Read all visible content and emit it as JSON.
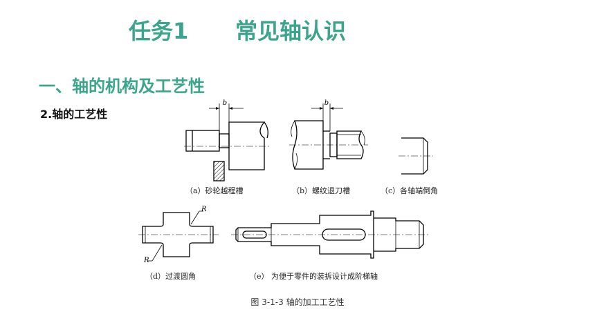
{
  "title": {
    "number": "任务1",
    "text": "常见轴认识"
  },
  "section_heading": "一、轴的机构及工艺性",
  "subsection_heading": "2.轴的工艺性",
  "figure": {
    "label_b": "b",
    "label_R": "R",
    "captions": {
      "a": "（a）砂轮越程槽",
      "b": "（b）螺纹退刀槽",
      "c": "（c）各轴端倒角",
      "d": "（d）过渡圆角",
      "e": "（e） 为便于零件的装拆设计成阶梯轴"
    }
  },
  "caption": "图 3-1-3 轴的加工工艺性"
}
